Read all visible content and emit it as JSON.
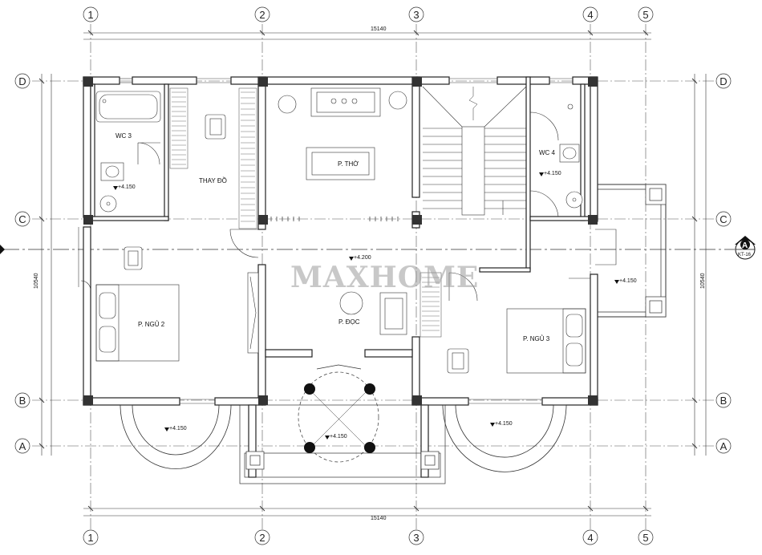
{
  "watermark": "MAXHOME",
  "grid": {
    "columns": [
      "1",
      "2",
      "3",
      "4",
      "5"
    ],
    "rows": [
      "D",
      "C",
      "B",
      "A"
    ]
  },
  "dimensions": {
    "top": "15140",
    "bottom": "15140",
    "left": "10540",
    "right": "10540"
  },
  "rooms": {
    "wc3": "WC 3",
    "thay_do": "THAY ĐỒ",
    "p_tho": "P. THỜ",
    "wc4": "WC 4",
    "p_ngu_2": "P. NGỦ 2",
    "p_doc": "P. ĐỌC",
    "p_ngu_3": "P. NGỦ 3"
  },
  "levels": {
    "wc3": "+4.150",
    "wc4": "+4.150",
    "hall": "+4.200",
    "balcony_right": "+4.150",
    "bay_left": "+4.150",
    "porch": "+4.150",
    "bay_right": "+4.150"
  },
  "section_mark": {
    "letter": "A",
    "sheet": "KT-16"
  }
}
